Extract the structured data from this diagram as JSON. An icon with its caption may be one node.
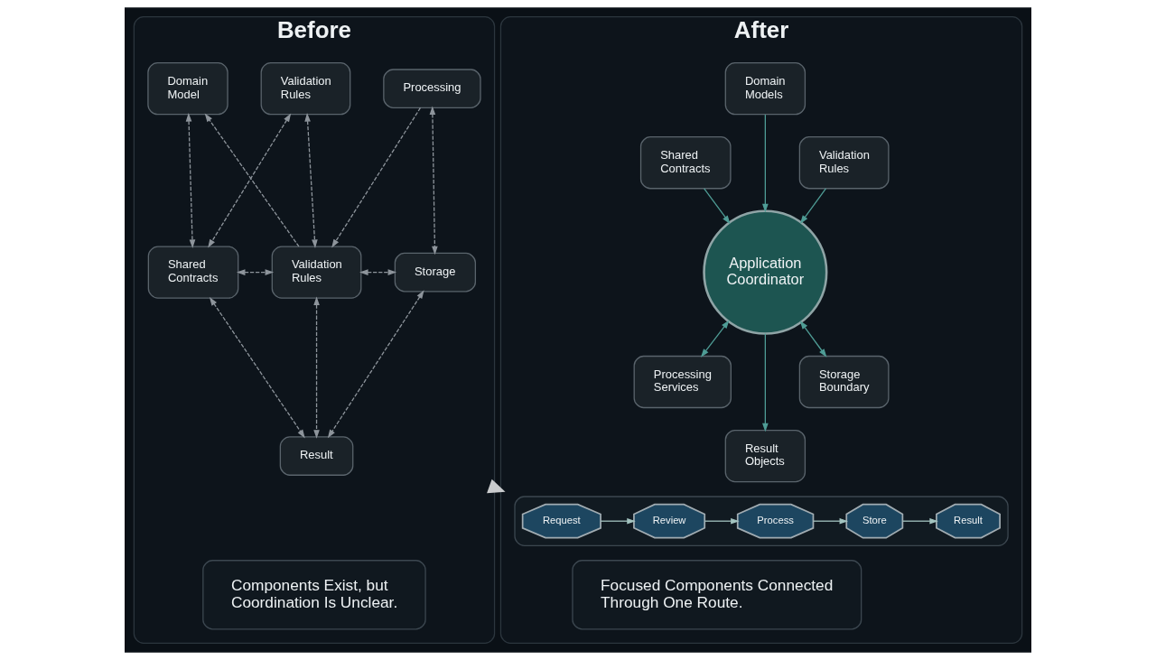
{
  "diagram": {
    "nodes": [
      {
        "text": [
          "Before"
        ]
      },
      {
        "text": [
          "Domain Model"
        ],
        "in": 0
      },
      {
        "text": [
          "Validation Rules"
        ],
        "in": 0
      },
      {
        "text": [
          "Processing"
        ],
        "in": 0
      },
      {
        "text": [
          "Shared Contracts"
        ],
        "in": 0
      },
      {
        "text": [
          "Validation Rules"
        ],
        "in": 0
      },
      {
        "text": [
          "Storage"
        ],
        "in": 0
      },
      {
        "text": [
          "Result"
        ],
        "in": 0
      },
      {
        "text": [
          "Components Exist, but Coordination Is Unclear."
        ],
        "in": 0
      },
      {
        "text": [
          "After"
        ]
      },
      {
        "text": [
          "Domain Models"
        ],
        "in": 9
      },
      {
        "text": [
          "Shared Contracts"
        ],
        "in": 9
      },
      {
        "text": [
          "Application Coordinator"
        ],
        "in": 9
      },
      {
        "text": [
          "Validation Rules"
        ],
        "in": 9
      },
      {
        "text": [
          "Processing Services"
        ],
        "in": 9
      },
      {
        "text": [
          "Storage Boundary"
        ],
        "in": 9
      },
      {
        "text": [
          "Result Objects"
        ],
        "in": 9
      },
      {
        "text": [],
        "shape": "box",
        "in": 9
      },
      {
        "text": [
          "Request"
        ],
        "in": 17
      },
      {
        "text": [
          "Review"
        ],
        "in": 17
      },
      {
        "text": [
          "Process"
        ],
        "in": 17
      },
      {
        "text": [
          "Store"
        ],
        "in": 17
      },
      {
        "text": [
          "Result"
        ],
        "in": 17
      },
      {
        "text": [
          "Focused Components Connected Through One Route."
        ],
        "in": 9
      }
    ],
    "edges": [
      {
        "from": 1,
        "to": 4,
        "arrow": "both",
        "style": "dashed"
      },
      {
        "from": 5,
        "to": 1,
        "arrow": "to",
        "style": "dashed"
      },
      {
        "from": 2,
        "to": 4,
        "arrow": "both",
        "style": "dashed"
      },
      {
        "from": 2,
        "to": 5,
        "arrow": "both",
        "style": "dashed"
      },
      {
        "from": 3,
        "to": 6,
        "arrow": "both",
        "style": "dashed"
      },
      {
        "from": 3,
        "to": 5,
        "arrow": "to",
        "style": "dashed"
      },
      {
        "from": 5,
        "to": 6,
        "arrow": "both",
        "style": "dashed"
      },
      {
        "from": 4,
        "to": 5,
        "arrow": "both",
        "style": "dashed"
      },
      {
        "from": 5,
        "to": 7,
        "arrow": "both",
        "style": "dashed"
      },
      {
        "from": 4,
        "to": 7,
        "arrow": "both",
        "style": "dashed"
      },
      {
        "from": 6,
        "to": 7,
        "arrow": "both",
        "style": "dashed"
      },
      {
        "from": 0,
        "to": 9,
        "arrow": "to",
        "style": "thick",
        "color": "#c9cbcd"
      },
      {
        "from": 10,
        "to": 12,
        "arrow": "to",
        "color": "#4f9d96"
      },
      {
        "from": 11,
        "to": 12,
        "arrow": "to",
        "color": "#4f9d96"
      },
      {
        "from": 13,
        "to": 12,
        "arrow": "to",
        "color": "#4f9d96"
      },
      {
        "from": 12,
        "to": 14,
        "arrow": "both",
        "color": "#4f9d96"
      },
      {
        "from": 12,
        "to": 16,
        "arrow": "to",
        "color": "#4f9d96"
      },
      {
        "from": 12,
        "to": 15,
        "arrow": "both",
        "color": "#4f9d96"
      },
      {
        "from": 18,
        "to": 19,
        "arrow": "to",
        "color": "#a3c4c0"
      },
      {
        "from": 19,
        "to": 20,
        "arrow": "to",
        "color": "#a3c4c0"
      },
      {
        "from": 20,
        "to": 21,
        "arrow": "to",
        "color": "#a3c4c0"
      },
      {
        "from": 21,
        "to": 22,
        "arrow": "to",
        "color": "#a3c4c0"
      }
    ]
  }
}
